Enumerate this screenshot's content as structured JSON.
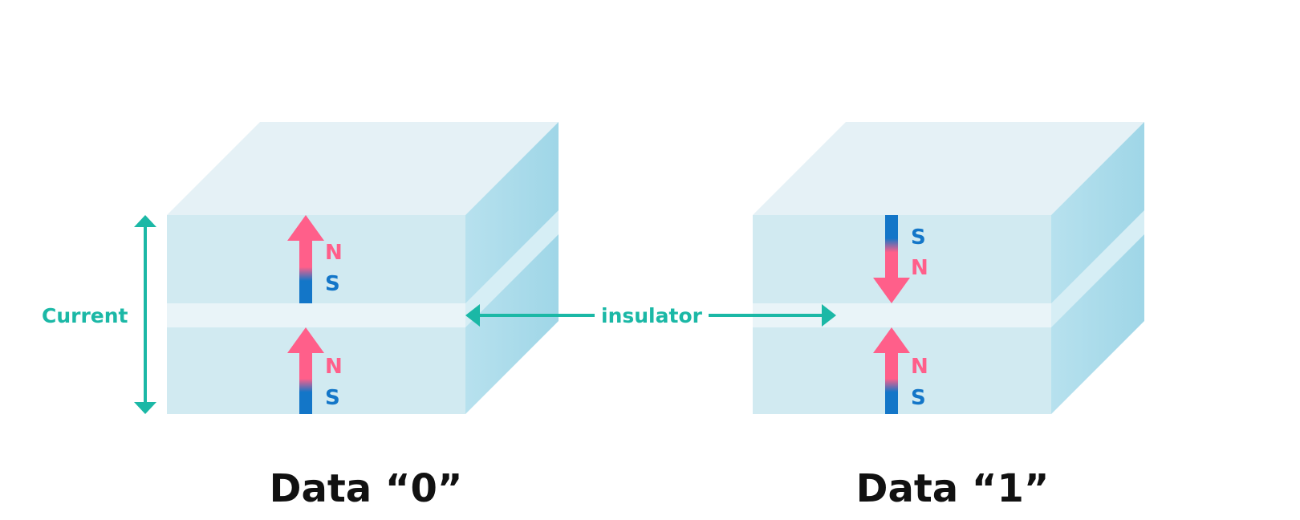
{
  "colors": {
    "accent": "#1bb8a6",
    "north": "#ff5f8a",
    "south": "#1376c8",
    "layer_front": "#d1eaf1",
    "layer_top": "#e5f1f6",
    "layer_side": "#a9dbea",
    "insulator": "#e9f4f8",
    "caption": "#111111"
  },
  "labels": {
    "current": "Current",
    "insulator": "insulator"
  },
  "cells": [
    {
      "caption": "Data “0”",
      "upper_layer": {
        "direction": "up",
        "top_pole": "N",
        "bottom_pole": "S"
      },
      "lower_layer": {
        "direction": "up",
        "top_pole": "N",
        "bottom_pole": "S"
      }
    },
    {
      "caption": "Data “1”",
      "upper_layer": {
        "direction": "down",
        "top_pole": "S",
        "bottom_pole": "N"
      },
      "lower_layer": {
        "direction": "up",
        "top_pole": "N",
        "bottom_pole": "S"
      }
    }
  ]
}
